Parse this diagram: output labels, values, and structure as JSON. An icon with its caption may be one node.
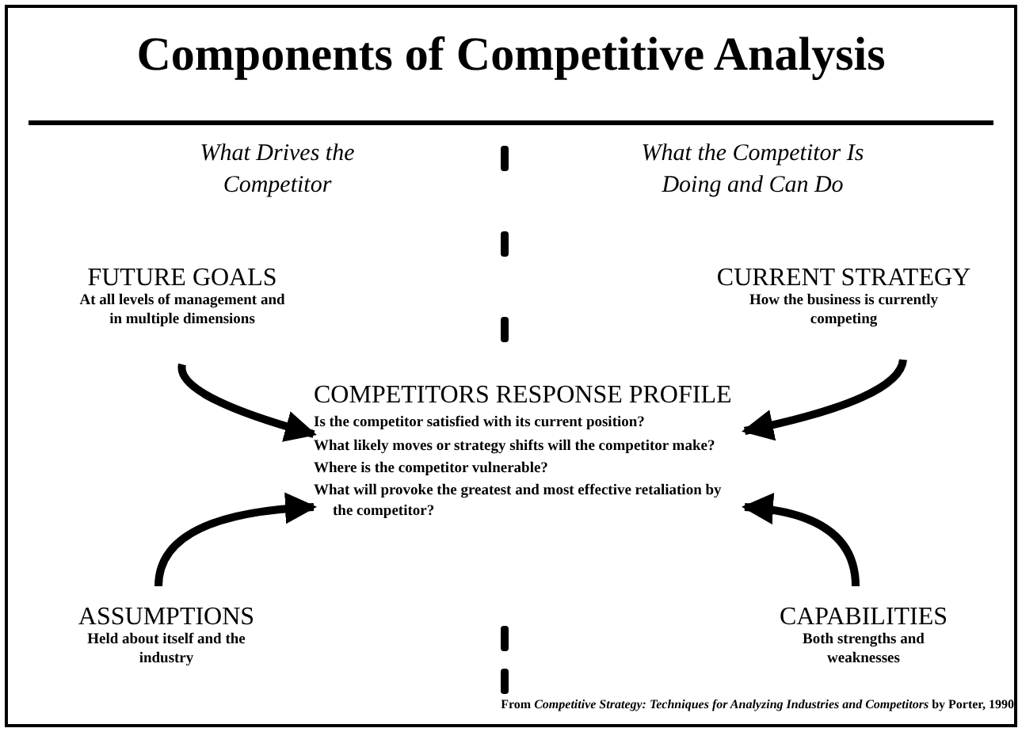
{
  "diagram": {
    "title": "Components of Competitive Analysis",
    "nodes": [
      {
        "text": [
          "FUTURE GOALS",
          "At all levels of management and in multiple dimensions"
        ]
      },
      {
        "text": [
          "CURRENT STRATEGY",
          "How the business is currently competing"
        ]
      },
      {
        "text": [
          "COMPETITORS RESPONSE PROFILE",
          "Is the competitor satisfied with its current position?",
          "What likely moves or strategy shifts will the competitor make?",
          "Where is the competitor vulnerable?",
          "What will provoke the greatest and most effective retaliation by the competitor?"
        ]
      },
      {
        "text": [
          "ASSUMPTIONS",
          "Held about itself and the industry"
        ]
      },
      {
        "text": [
          "CAPABILITIES",
          "Both strengths and weaknesses"
        ]
      }
    ],
    "edges": [
      {
        "from": 0,
        "to": 2,
        "arrow": "to"
      },
      {
        "from": 1,
        "to": 2,
        "arrow": "to"
      },
      {
        "from": 3,
        "to": 2,
        "arrow": "to"
      },
      {
        "from": 4,
        "to": 2,
        "arrow": "to"
      }
    ],
    "labels": [
      "What Drives the Competitor",
      "What the Competitor Is Doing and Can Do",
      "From *Competitive Strategy: Techniques for Analyzing Industries and Competitors* by Porter, 1990"
    ]
  }
}
